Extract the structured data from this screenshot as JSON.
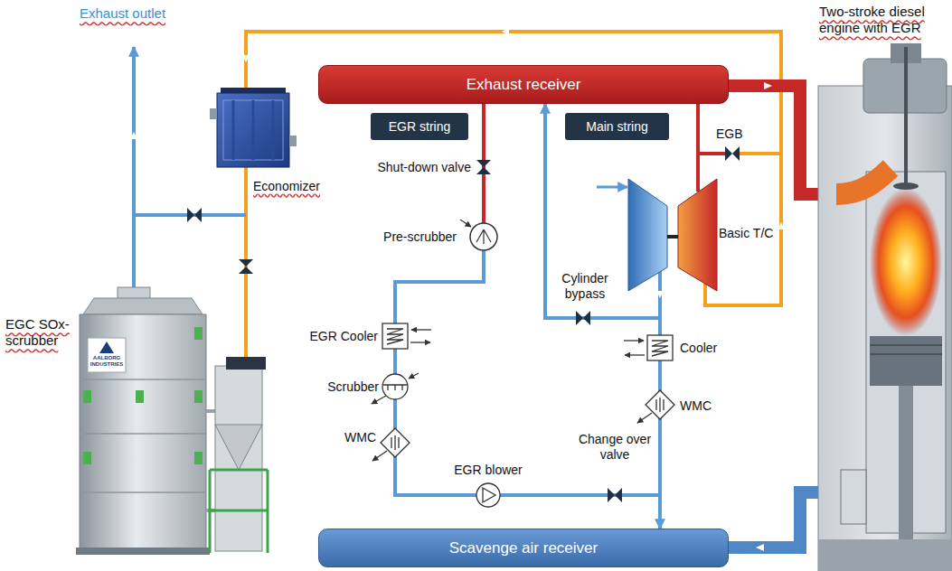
{
  "diagram": {
    "nodes": [
      {
        "text": [
          "Exhaust receiver"
        ]
      },
      {
        "text": [
          "EGR string"
        ]
      },
      {
        "text": [
          "Main string"
        ]
      },
      {
        "text": [
          "Scavenge air receiver"
        ]
      }
    ],
    "edges": [
      {
        "from": 0,
        "to": 3,
        "arrow": "to"
      },
      {
        "from": 3,
        "to": 0,
        "arrow": "to"
      }
    ],
    "labels": [
      "Exhaust outlet",
      "Two-stroke diesel engine with EGR",
      "EGB",
      "Shut-down valve",
      "Economizer",
      "Pre-scrubber",
      "Basic T/C",
      "Cylinder bypass",
      "EGC SOx-scrubber",
      "AALBORG INDUSTRIES",
      "EGR Cooler",
      "Cooler",
      "Scrubber",
      "WMC",
      "WMC",
      "Change over valve",
      "EGR blower"
    ]
  }
}
